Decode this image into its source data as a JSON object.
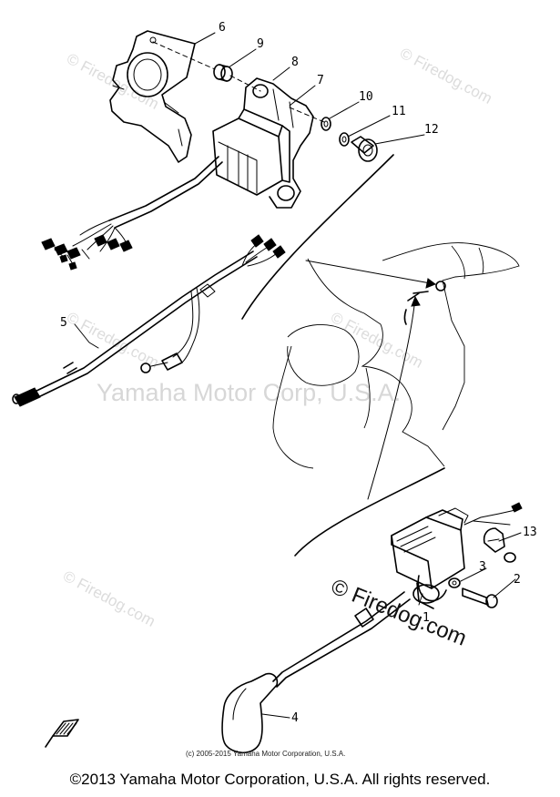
{
  "diagram": {
    "callouts": [
      "1",
      "2",
      "3",
      "4",
      "5",
      "6",
      "7",
      "8",
      "9",
      "10",
      "11",
      "12",
      "13"
    ],
    "watermarks": {
      "center_text": "Yamaha Motor Corp, U.S.A.",
      "site_text": "© Firedog.com",
      "site_text_dark": "© Firedog.com"
    },
    "small_credit": "(c) 2005-2015 Yamaha Motor Corporation, U.S.A."
  },
  "footer": {
    "copyright": "©2013 Yamaha Motor Corporation, U.S.A. All rights reserved."
  }
}
